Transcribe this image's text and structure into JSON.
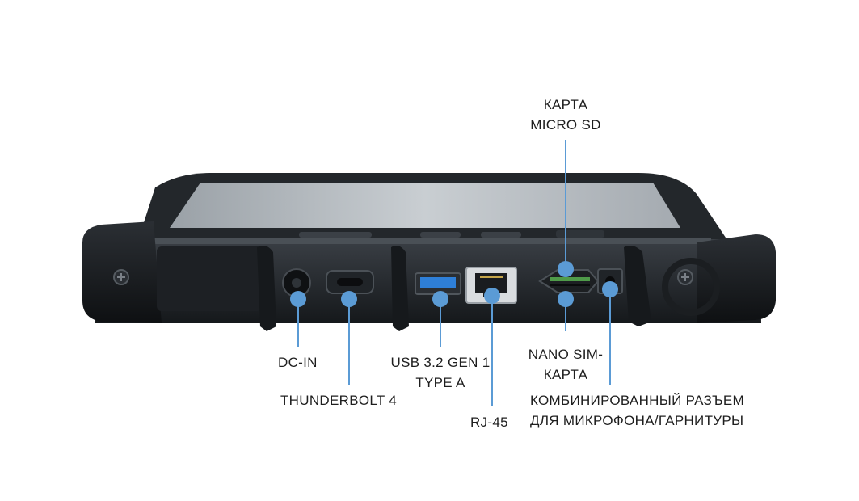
{
  "accent_color": "#5b9bd5",
  "labels": {
    "microsd": [
      "КАРТА",
      "MICRO SD"
    ],
    "dcin": "DC-IN",
    "thunderbolt": "THUNDERBOLT 4",
    "usb": [
      "USB 3.2 GEN 1",
      "TYPE A"
    ],
    "rj45": "RJ-45",
    "nanosim": [
      "NANO SIM-",
      "КАРТА"
    ],
    "combo": [
      "КОМБИНИРОВАННЫЙ РАЗЪЕМ",
      "ДЛЯ МИКРОФОНА/ГАРНИТУРЫ"
    ]
  }
}
